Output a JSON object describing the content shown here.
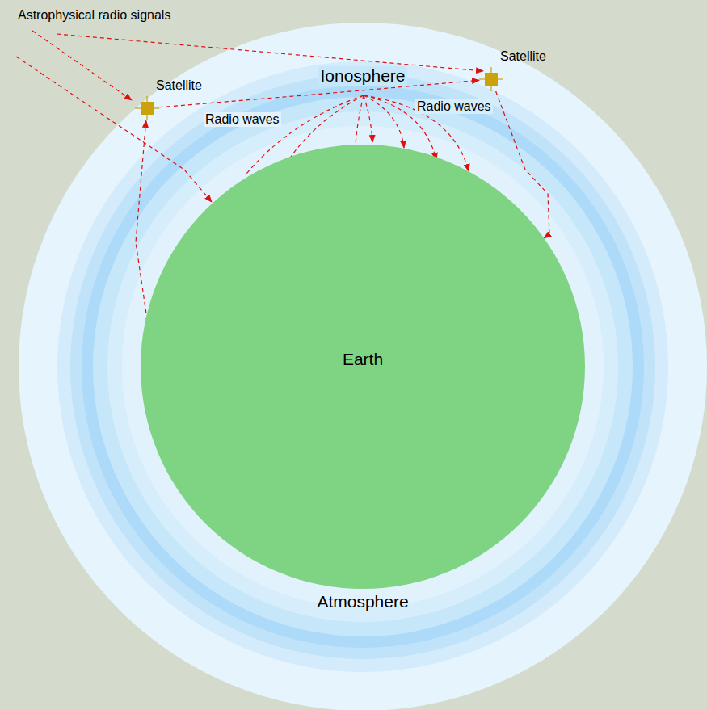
{
  "diagram": {
    "nodes": [
      {
        "text": [
          "Earth"
        ]
      },
      {
        "text": [
          "Satellite"
        ]
      },
      {
        "text": [
          "Satellite"
        ]
      }
    ],
    "edges": [
      {
        "from": 1,
        "to": 2,
        "arrow": "to"
      },
      {
        "from": 0,
        "to": 1,
        "arrow": "to"
      },
      {
        "from": 2,
        "to": 0,
        "arrow": "to"
      }
    ],
    "labels": [
      "Astrophysical radio signals",
      "Ionosphere",
      "Radio waves",
      "Radio waves",
      "Atmosphere"
    ]
  }
}
